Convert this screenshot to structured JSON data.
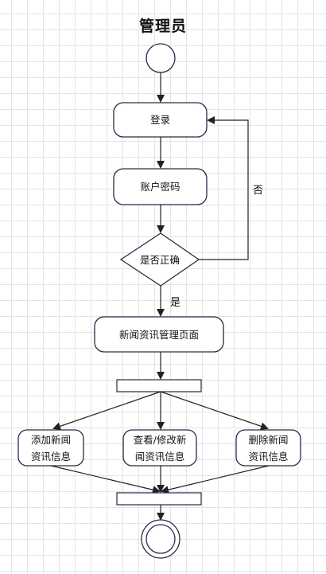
{
  "diagram": {
    "title": "管理员",
    "nodes": {
      "login": "登录",
      "credentials": "账户密码",
      "decision": "是否正确",
      "news_page": "新闻资讯管理页面",
      "add_line1": "添加新闻",
      "add_line2": "资讯信息",
      "view_line1": "查看/修改新",
      "view_line2": "闻资讯信息",
      "delete_line1": "删除新闻",
      "delete_line2": "资讯信息"
    },
    "edges": {
      "yes": "是",
      "no": "否"
    },
    "colors": {
      "node_fill": "#ffffff",
      "node_stroke": "#2a2a45",
      "line": "#222222"
    }
  }
}
